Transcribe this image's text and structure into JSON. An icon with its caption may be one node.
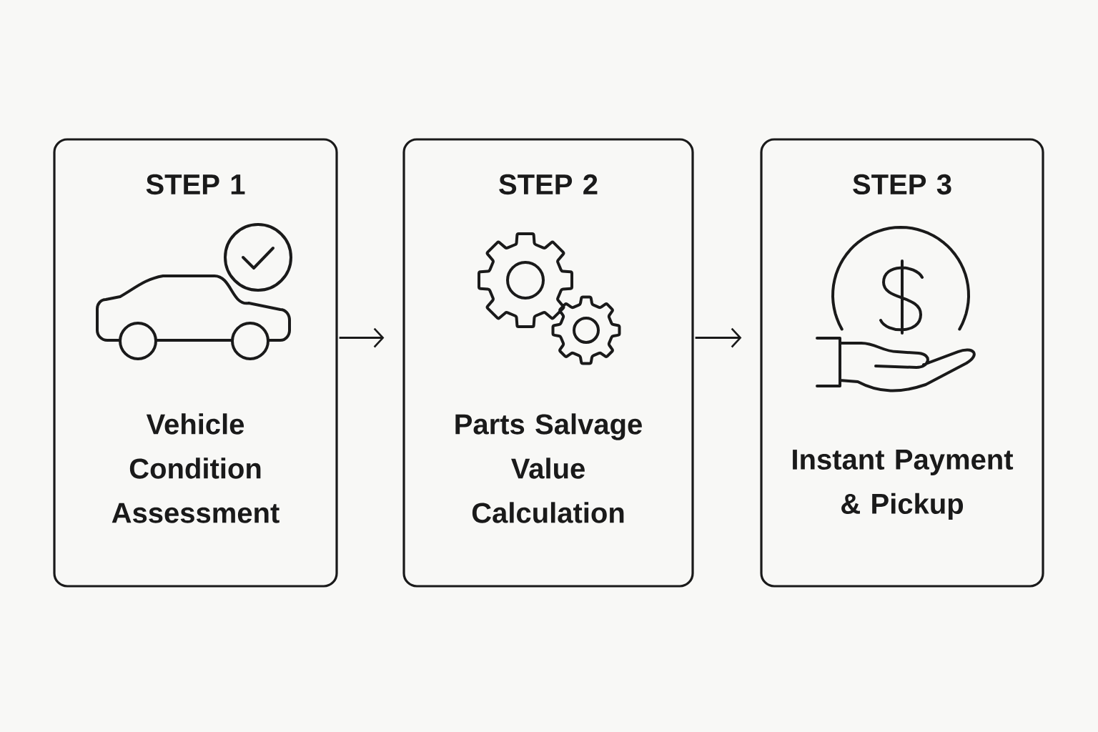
{
  "diagram": {
    "nodes": [
      {
        "text": [
          "STEP 1",
          "Vehicle Condition Assessment"
        ]
      },
      {
        "text": [
          "STEP 2",
          "Parts Salvage Value Calculation"
        ]
      },
      {
        "text": [
          "STEP 3",
          "Instant Payment & Pickup"
        ]
      }
    ],
    "edges": [
      {
        "from": 0,
        "to": 1,
        "arrow": "to"
      },
      {
        "from": 1,
        "to": 2,
        "arrow": "to"
      }
    ]
  }
}
